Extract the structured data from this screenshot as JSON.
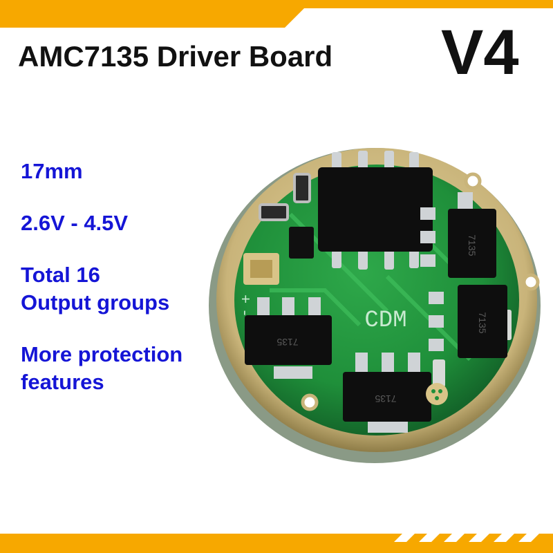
{
  "title": "AMC7135 Driver Board",
  "version": "V4",
  "features": [
    {
      "lines": [
        "17mm"
      ]
    },
    {
      "lines": [
        "2.6V - 4.5V"
      ]
    },
    {
      "lines": [
        "Total 16",
        "Output groups"
      ]
    },
    {
      "lines": [
        "More protection",
        "features"
      ]
    }
  ],
  "board": {
    "silkscreen_label": "CDM",
    "components": {
      "u1": "7135",
      "u2": "7135",
      "u3": "7135",
      "u4": "7135"
    },
    "pads": {
      "plus": "+",
      "minus": "-"
    }
  },
  "colors": {
    "band": "#f7a800",
    "text": "#111111",
    "feature_text": "#1515d6",
    "pcb_green": "#1f8f3a",
    "gold_ring": "#c9b47a"
  }
}
